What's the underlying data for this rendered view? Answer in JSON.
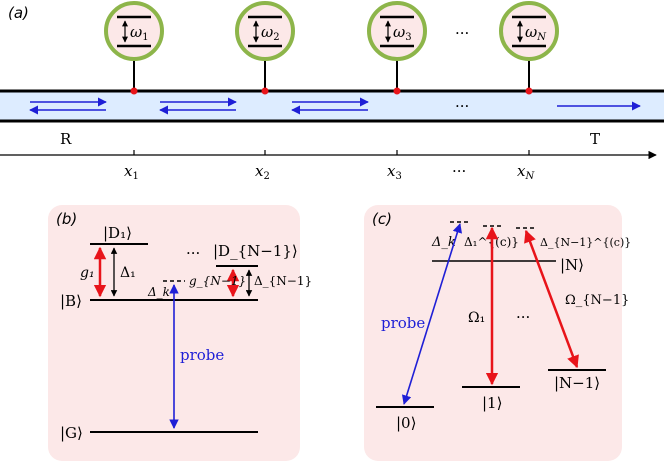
{
  "panel_a": {
    "label": "(a)",
    "atoms": [
      {
        "freq_sym": "ω",
        "freq_sub": "1"
      },
      {
        "freq_sym": "ω",
        "freq_sub": "2"
      },
      {
        "freq_sym": "ω",
        "freq_sub": "3"
      },
      {
        "freq_sym": "ω",
        "freq_sub": "N"
      }
    ],
    "ellipsis": "···",
    "left_label": "R",
    "right_label": "T",
    "positions": [
      {
        "sym": "x",
        "sub": "1"
      },
      {
        "sym": "x",
        "sub": "2"
      },
      {
        "sym": "x",
        "sub": "3"
      },
      {
        "sym": "x",
        "sub": "N"
      }
    ]
  },
  "panel_b": {
    "label": "(b)",
    "d1": "|D₁⟩",
    "dn1": "|D_{N−1}⟩",
    "b_state": "|B⟩",
    "g_state": "|G⟩",
    "g1": "g₁",
    "delta1": "Δ₁",
    "gn1": "g_{N−1}",
    "deltan1": "Δ_{N−1}",
    "deltak": "Δ_k",
    "probe": "probe",
    "ellipsis": "···"
  },
  "panel_c": {
    "label": "(c)",
    "deltak": "Δ_k",
    "delta1c": "Δ₁^{(c)}",
    "deltan1c": "Δ_{N−1}^{(c)}",
    "n_state": "|N⟩",
    "probe": "probe",
    "omega1": "Ω₁",
    "omegan1": "Ω_{N−1}",
    "ellipsis": "···",
    "state0": "|0⟩",
    "state1": "|1⟩",
    "staten1": "|N−1⟩"
  },
  "colors": {
    "ring": "#8db54a",
    "circle_fill": "#fce8e8",
    "waveguide": "#ddecff",
    "panel_bg": "#fce8e8",
    "arrow_blue": "#1f1fd6",
    "arrow_red": "#e8141a",
    "node_red": "#e8141a"
  }
}
